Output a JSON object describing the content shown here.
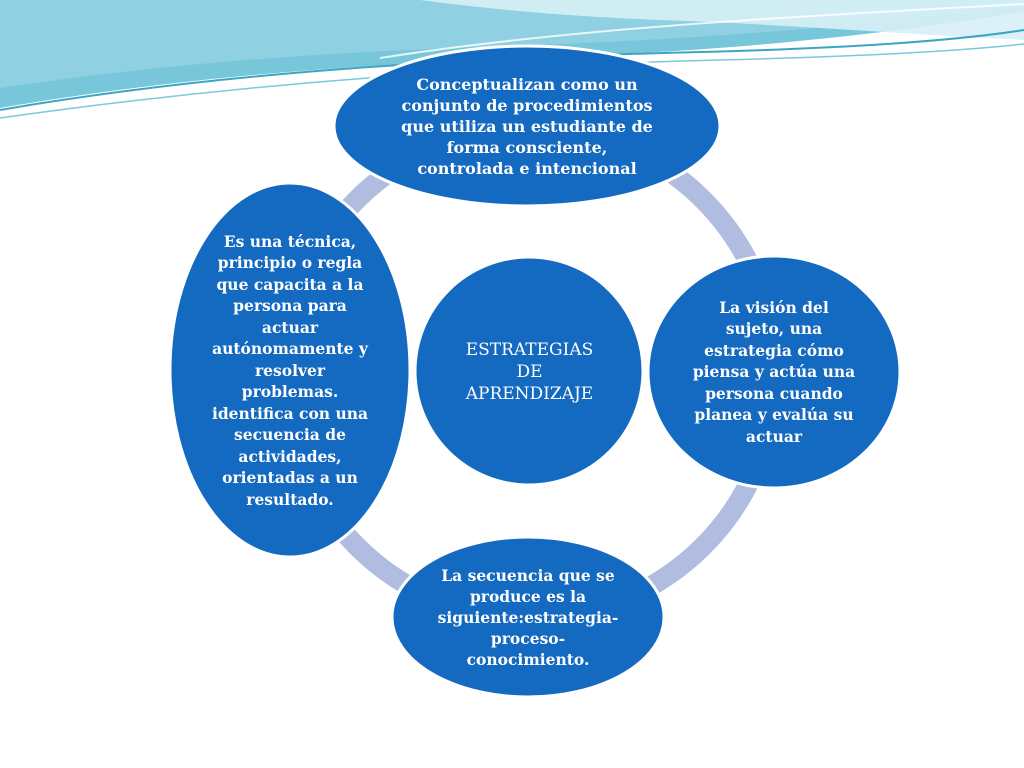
{
  "diagram": {
    "center_label": "ESTRATEGIAS\nDE\nAPRENDIZAJE",
    "nodes": {
      "top": "Conceptualizan  como un\nconjunto de procedimientos\nque utiliza un estudiante de\nforma consciente,\ncontrolada e intencional",
      "right": "La visión del\nsujeto, una\nestrategia   cómo\npiensa y actúa una\npersona cuando\nplanea y evalúa su\nactuar",
      "bottom": "La secuencia que se\nproduce es la\nsiguiente:estrategia-\nproceso-\nconocimiento.",
      "left": "Es una técnica,\nprincipio o regla\nque capacita a la\npersona para\nactuar\nautónomamente y\nresolver\nproblemas.\nidentifica con una\nsecuencia de\nactividades,\norientadas a un\nresultado."
    }
  },
  "colors": {
    "node_fill": "#1469c0",
    "node_border": "#ffffff",
    "ring": "#b0bde0",
    "background": "#ffffff",
    "wave_teal": "#5fbcd3",
    "wave_light": "#a6dbe8",
    "wave_pale": "#d8f0f6"
  }
}
